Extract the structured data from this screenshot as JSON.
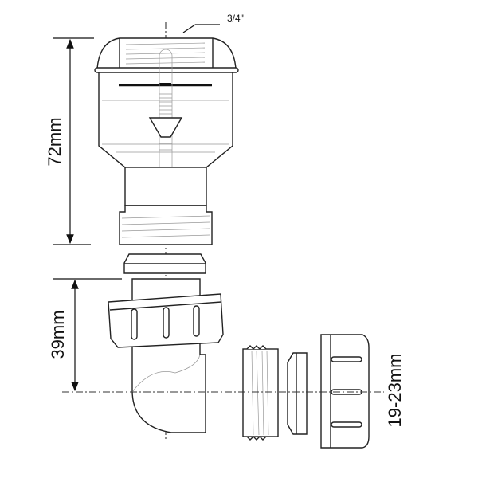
{
  "labels": {
    "thread_size": "3/4\"",
    "height_upper": "72mm",
    "height_lower": "39mm",
    "pipe_range": "19-23mm"
  },
  "colors": {
    "line": "#222222",
    "background": "#ffffff"
  }
}
